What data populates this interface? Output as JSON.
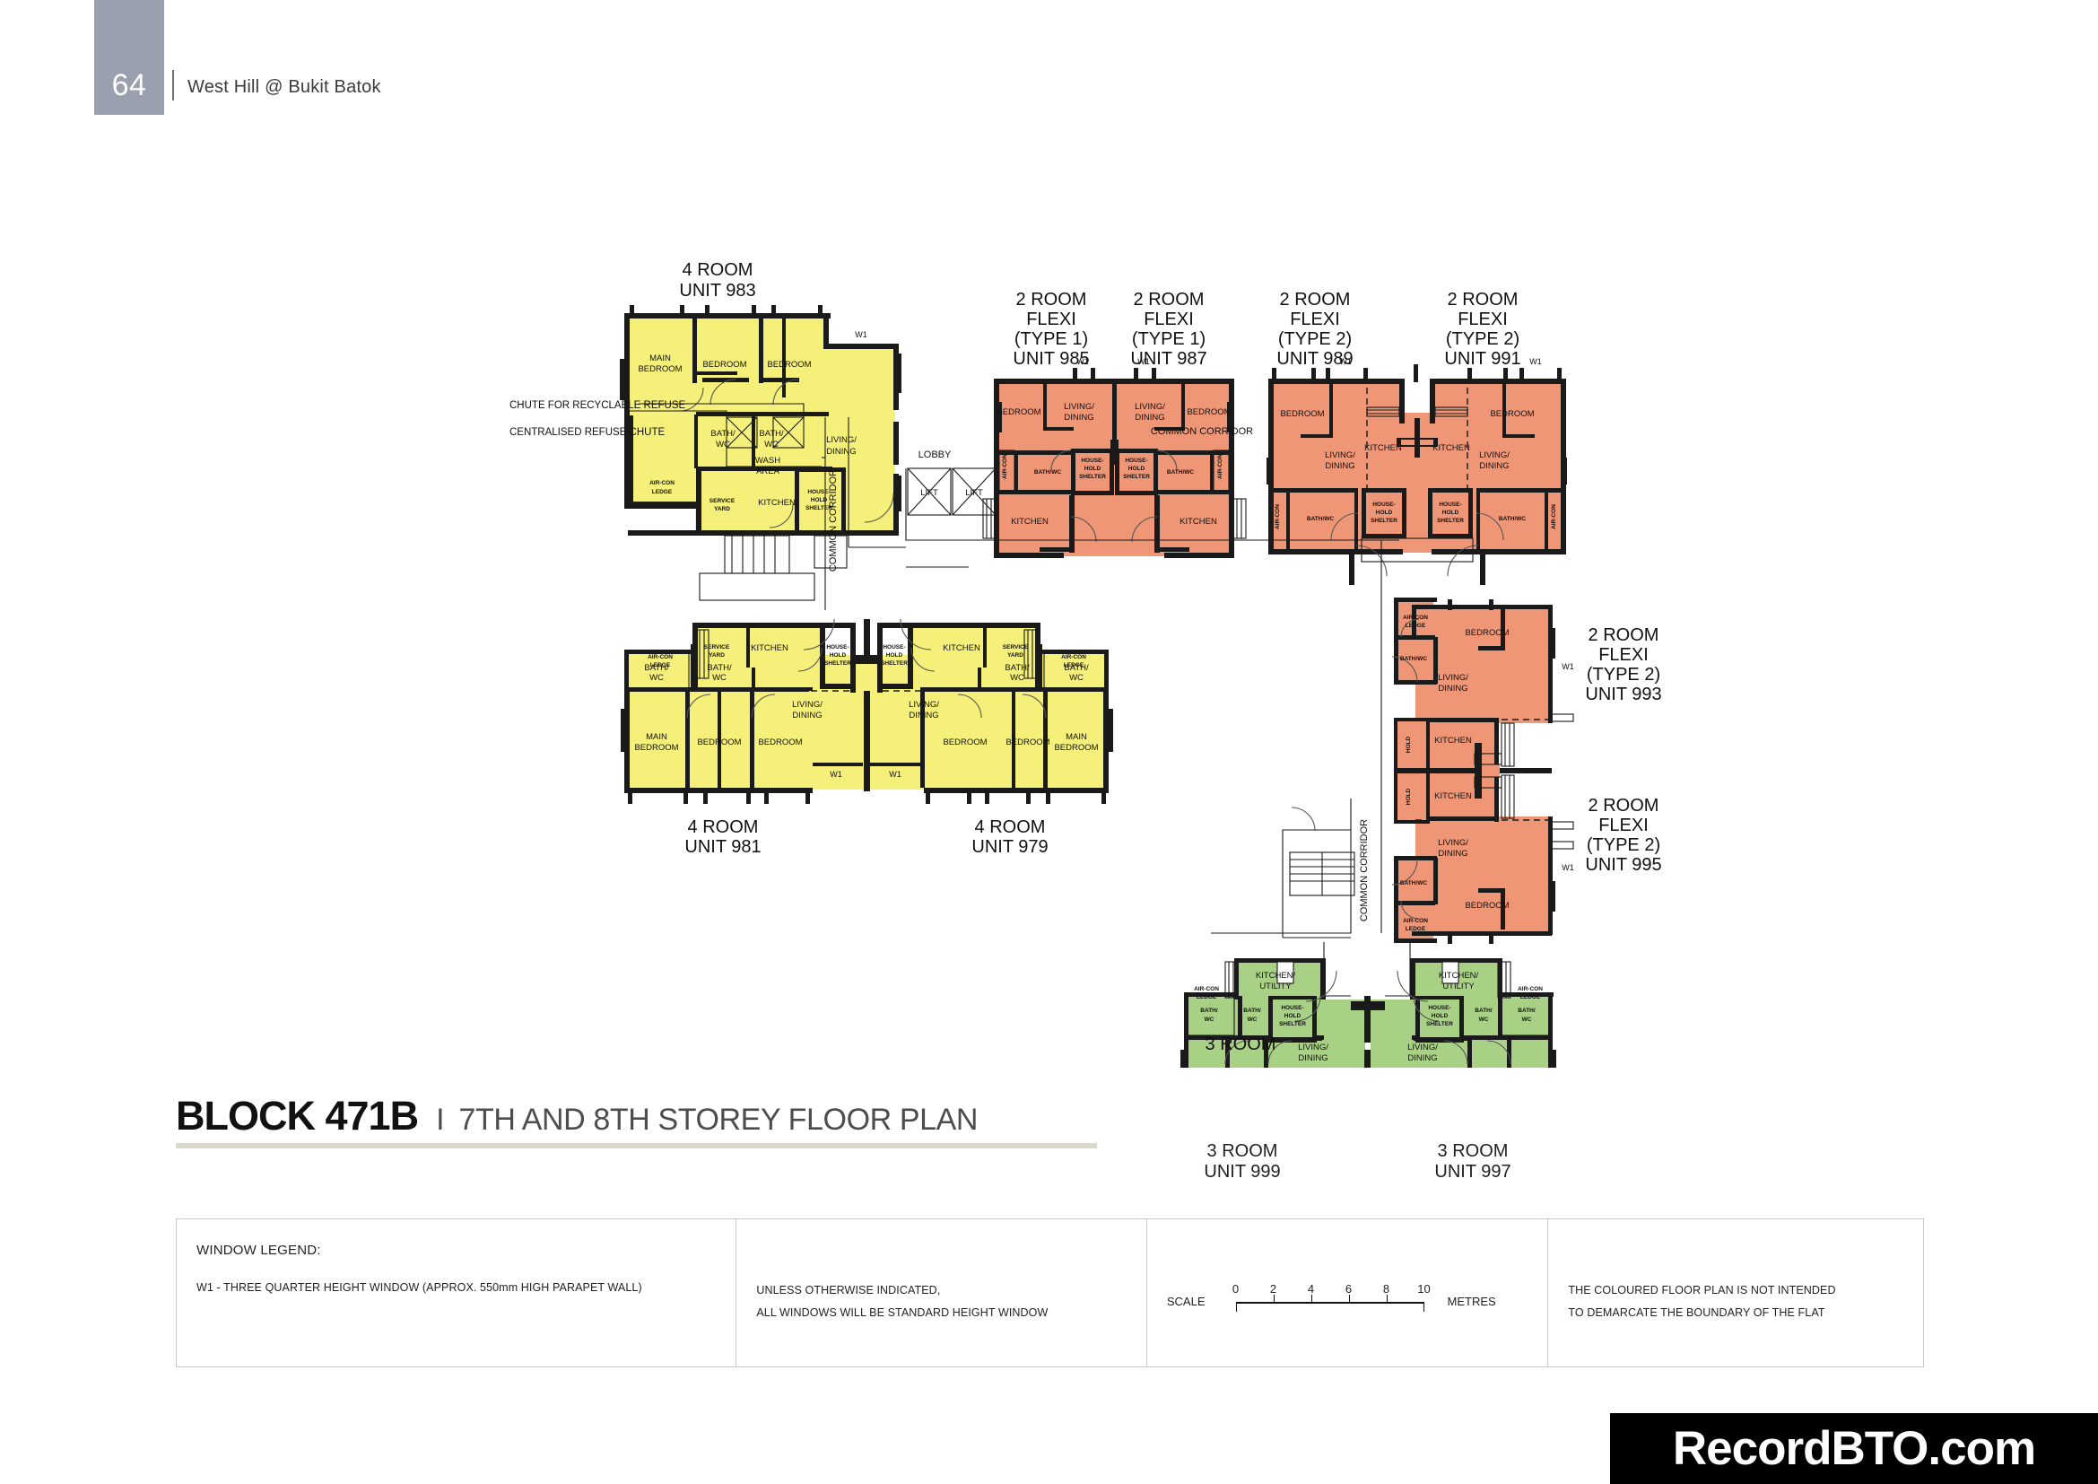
{
  "header": {
    "page_number": "64",
    "project_title": "West Hill @ Bukit Batok"
  },
  "title_block": {
    "block": "BLOCK 471B",
    "separator": "I",
    "storey": "7TH AND 8TH STOREY FLOOR PLAN"
  },
  "legend": {
    "window_legend_title": "WINDOW LEGEND:",
    "window_legend_w1": "W1 - THREE QUARTER HEIGHT WINDOW (APPROX. 550mm HIGH PARAPET WALL)",
    "window_note_line1": "UNLESS OTHERWISE INDICATED,",
    "window_note_line2": "ALL WINDOWS WILL BE STANDARD HEIGHT WINDOW",
    "scale_label": "SCALE",
    "scale_ticks": [
      "0",
      "2",
      "4",
      "6",
      "8",
      "10"
    ],
    "scale_units": "METRES",
    "disclaimer_line1": "THE COLOURED FLOOR PLAN IS NOT INTENDED",
    "disclaimer_line2": "TO DEMARCATE THE BOUNDARY OF THE FLAT"
  },
  "watermark": {
    "text": "RecordBTO.com"
  },
  "colors": {
    "four_room": "#f5f07a",
    "two_room_flexi": "#ef9677",
    "three_room": "#a8d186",
    "wall": "#1a1a1a",
    "line": "#1a1a1a",
    "header_band": "#9ba0ae"
  },
  "units": [
    {
      "id": "983",
      "type_line1": "4 ROOM",
      "type_line2": "UNIT 983",
      "colour": "four_room"
    },
    {
      "id": "985",
      "type_line1": "2 ROOM",
      "type_line2": "FLEXI",
      "type_line3": "(TYPE 1)",
      "type_line4": "UNIT 985",
      "colour": "two_room_flexi"
    },
    {
      "id": "987",
      "type_line1": "2 ROOM",
      "type_line2": "FLEXI",
      "type_line3": "(TYPE 1)",
      "type_line4": "UNIT 987",
      "colour": "two_room_flexi"
    },
    {
      "id": "989",
      "type_line1": "2 ROOM",
      "type_line2": "FLEXI",
      "type_line3": "(TYPE 2)",
      "type_line4": "UNIT 989",
      "colour": "two_room_flexi"
    },
    {
      "id": "991",
      "type_line1": "2 ROOM",
      "type_line2": "FLEXI",
      "type_line3": "(TYPE 2)",
      "type_line4": "UNIT 991",
      "colour": "two_room_flexi"
    },
    {
      "id": "993",
      "type_line1": "2 ROOM",
      "type_line2": "FLEXI",
      "type_line3": "(TYPE 2)",
      "type_line4": "UNIT 993",
      "colour": "two_room_flexi"
    },
    {
      "id": "995",
      "type_line1": "2 ROOM",
      "type_line2": "FLEXI",
      "type_line3": "(TYPE 2)",
      "type_line4": "UNIT 995",
      "colour": "two_room_flexi"
    },
    {
      "id": "997",
      "type_line1": "3 ROOM",
      "type_line2": "UNIT 997",
      "colour": "three_room"
    },
    {
      "id": "999",
      "type_line1": "3 ROOM",
      "type_line2": "UNIT 999",
      "colour": "three_room"
    },
    {
      "id": "979",
      "type_line1": "4 ROOM",
      "type_line2": "UNIT 979",
      "colour": "four_room"
    },
    {
      "id": "981",
      "type_line1": "4 ROOM",
      "type_line2": "UNIT 981",
      "colour": "four_room"
    }
  ],
  "unit_labels": {
    "u983_l1": "4 ROOM",
    "u983_l2": "UNIT 983",
    "u985_l1": "2 ROOM",
    "u985_l2": "FLEXI",
    "u985_l3": "(TYPE 1)",
    "u985_l4": "UNIT 985",
    "u987_l1": "2 ROOM",
    "u987_l2": "FLEXI",
    "u987_l3": "(TYPE 1)",
    "u987_l4": "UNIT 987",
    "u989_l1": "2 ROOM",
    "u989_l2": "FLEXI",
    "u989_l3": "(TYPE 2)",
    "u989_l4": "UNIT 989",
    "u991_l1": "2 ROOM",
    "u991_l2": "FLEXI",
    "u991_l3": "(TYPE 2)",
    "u991_l4": "UNIT 991",
    "u993_l1": "2 ROOM",
    "u993_l2": "FLEXI",
    "u993_l3": "(TYPE 2)",
    "u993_l4": "UNIT 993",
    "u995_l1": "2 ROOM",
    "u995_l2": "FLEXI",
    "u995_l3": "(TYPE 2)",
    "u995_l4": "UNIT 995",
    "u981_l1": "4 ROOM",
    "u981_l2": "UNIT 981",
    "u979_l1": "4 ROOM",
    "u979_l2": "UNIT 979",
    "u999_l1": "3 ROOM",
    "u999_l2": "UNIT 999",
    "u997_l1": "3 ROOM",
    "u997_l2": "UNIT 997"
  },
  "room_labels": {
    "main_bedroom_l1": "MAIN",
    "main_bedroom_l2": "BEDROOM",
    "bedroom": "BEDROOM",
    "living_l1": "LIVING/",
    "living_l2": "DINING",
    "bath_l1": "BATH/",
    "bath_l2": "WC",
    "bathwc": "BATH/WC",
    "kitchen": "KITCHEN",
    "kitchen_utility_l1": "KITCHEN/",
    "kitchen_utility_l2": "UTILITY",
    "aircon_l1": "AIR-CON",
    "aircon_l2": "LEDGE",
    "service_l1": "SERVICE",
    "service_l2": "YARD",
    "shelter_l1": "HOUSE-",
    "shelter_l2": "HOLD",
    "shelter_l3": "SHELTER",
    "lift": "LIFT",
    "lobby": "LOBBY",
    "wash_l1": "WASH",
    "wash_l2": "AREA",
    "common_corridor": "COMMON CORRIDOR",
    "w1": "W1",
    "chute_recyclable": "CHUTE FOR RECYCLABLE REFUSE",
    "chute_centralised": "CENTRALISED REFUSE CHUTE"
  }
}
